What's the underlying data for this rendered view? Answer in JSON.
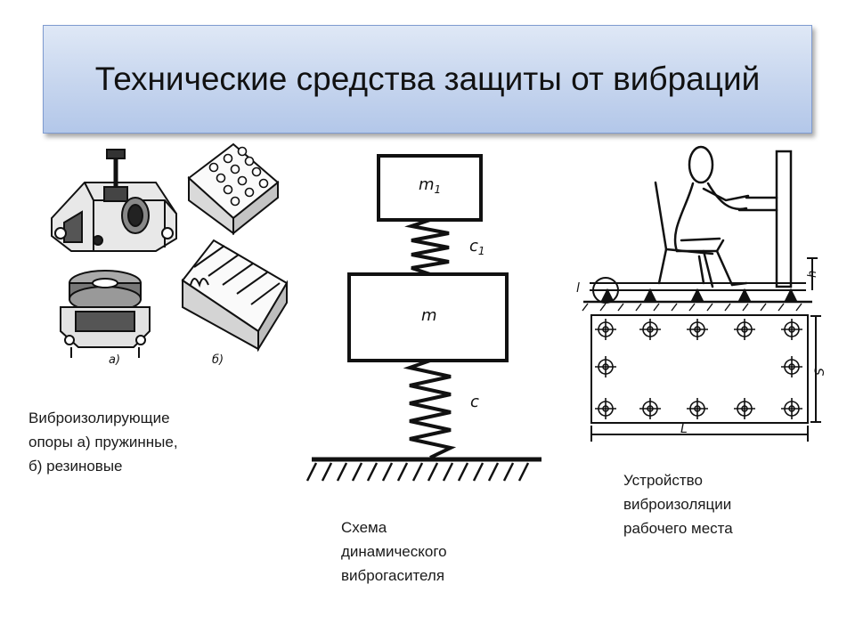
{
  "slide": {
    "title": "Технические средства защиты от вибраций"
  },
  "figure_supports": {
    "label_a": "а)",
    "label_b": "б)",
    "caption_lines": [
      "Виброизолирующие",
      "опоры а) пружинные,",
      "б) резиновые"
    ]
  },
  "figure_absorber": {
    "mass_top": "m",
    "mass_top_sub": "1",
    "mass_main": "m",
    "spring_top": "c",
    "spring_top_sub": "1",
    "spring_bottom": "c",
    "caption_lines": [
      "Схема",
      "динамического",
      "виброгасителя"
    ]
  },
  "figure_workplace": {
    "label_l_side": "l",
    "label_h": "h",
    "label_s": "S",
    "label_L": "L",
    "caption_lines": [
      "Устройство",
      "виброизоляции",
      "рабочего места"
    ]
  },
  "colors": {
    "title_gradient_top": "#dfe8f6",
    "title_gradient_bottom": "#b3c7e9",
    "title_border": "#7f9bd0",
    "ink": "#111111"
  }
}
